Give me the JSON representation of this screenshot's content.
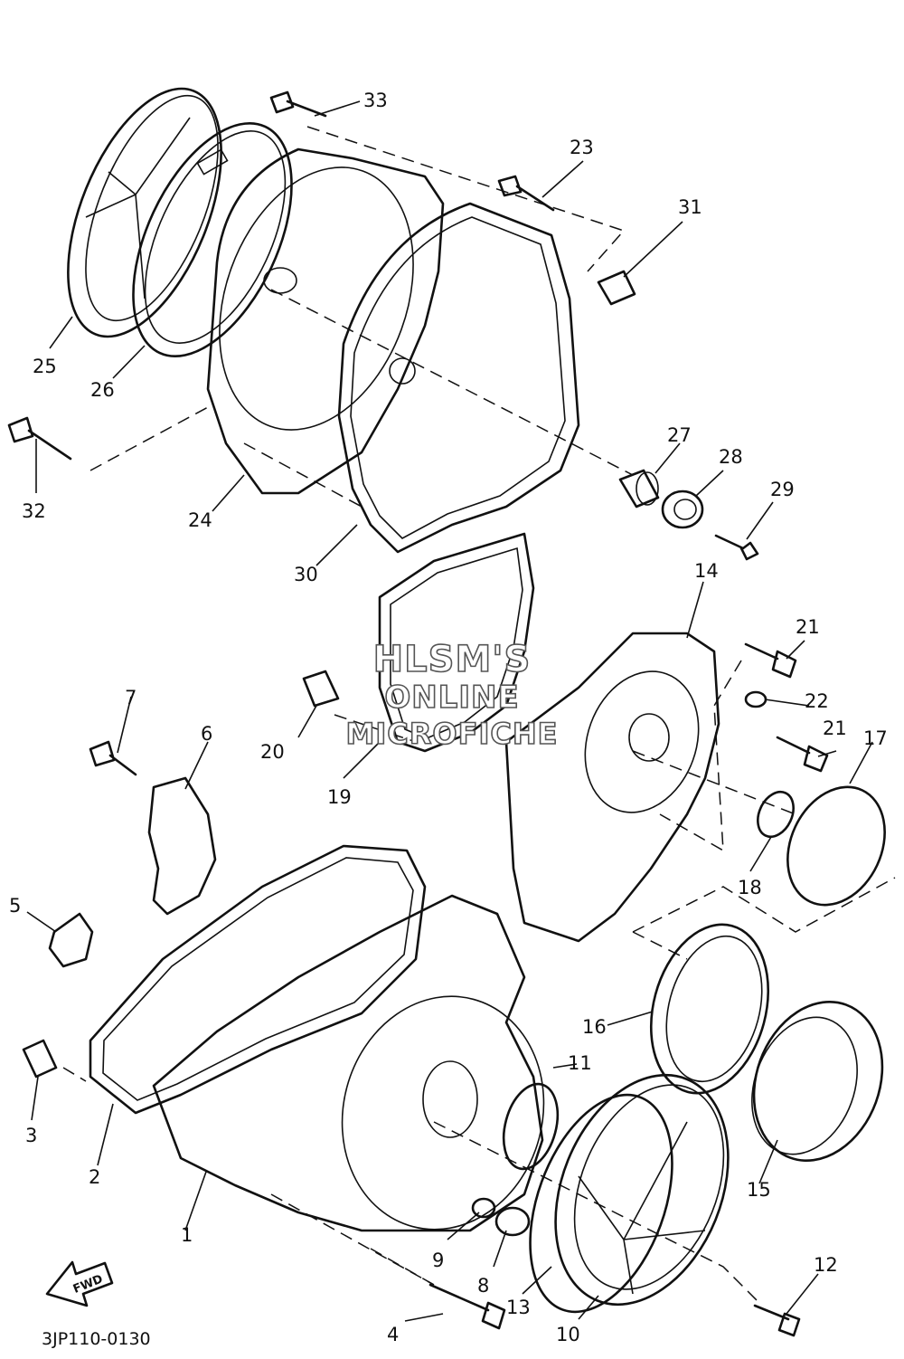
{
  "diagram": {
    "reference_code": "3JP110-0130",
    "direction_label": "FWD",
    "watermark": [
      "HLSM'S",
      "ONLINE",
      "MICROFICHE"
    ],
    "callouts": [
      "1",
      "2",
      "3",
      "4",
      "5",
      "6",
      "7",
      "8",
      "9",
      "10",
      "11",
      "12",
      "13",
      "14",
      "15",
      "16",
      "17",
      "18",
      "19",
      "20",
      "21",
      "21",
      "22",
      "23",
      "24",
      "25",
      "26",
      "27",
      "28",
      "29",
      "30",
      "31",
      "32",
      "33"
    ]
  }
}
